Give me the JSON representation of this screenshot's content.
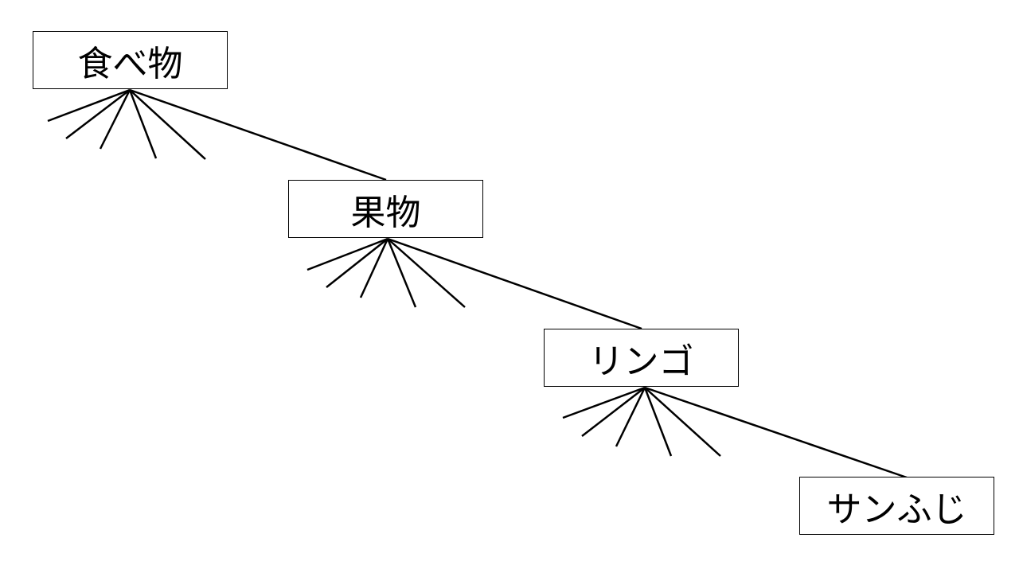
{
  "diagram": {
    "nodes": [
      {
        "label": "食べ物"
      },
      {
        "label": "果物"
      },
      {
        "label": "リンゴ"
      },
      {
        "label": "サンふじ"
      }
    ],
    "line_color": "#000000"
  }
}
